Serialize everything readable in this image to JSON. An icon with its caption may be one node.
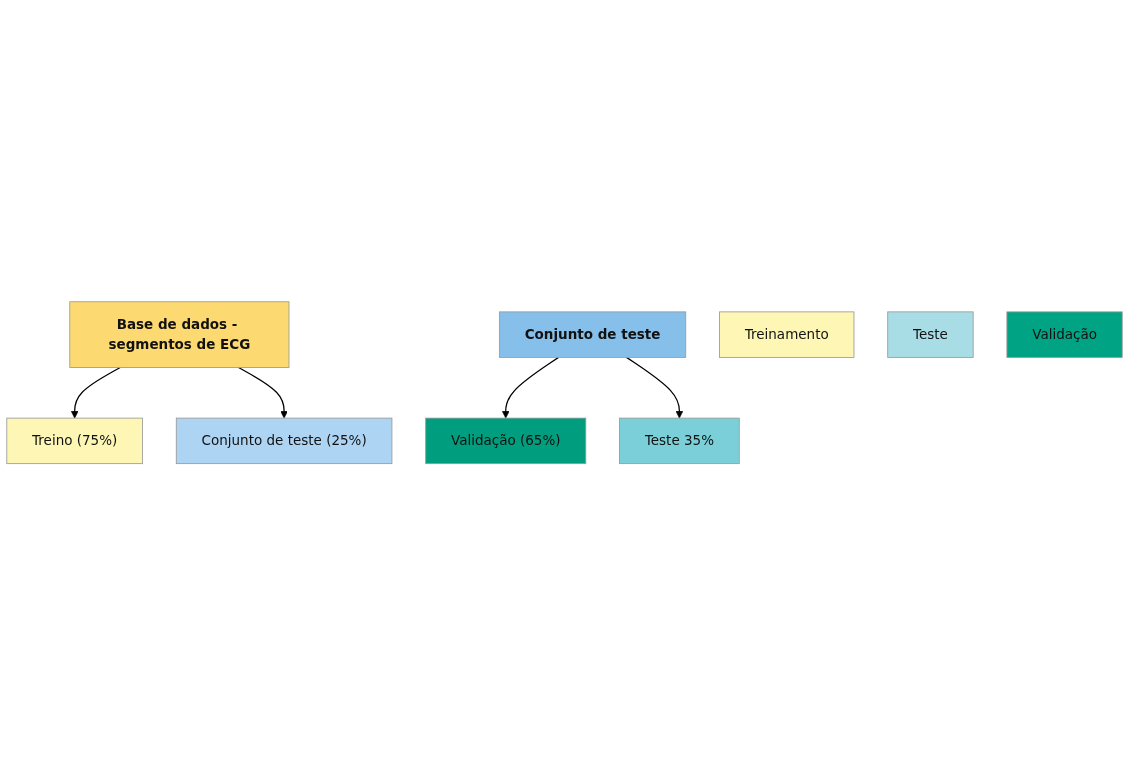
{
  "diagram": {
    "nodes": [
      {
        "text": [
          "Base de dados - segmentos de ECG"
        ]
      },
      {
        "text": [
          "Treino (75%)"
        ]
      },
      {
        "text": [
          "Conjunto de teste (25%)"
        ]
      },
      {
        "text": [
          "Conjunto de teste"
        ]
      },
      {
        "text": [
          "Teste 35%"
        ]
      },
      {
        "text": [
          "Validação (65%)"
        ]
      },
      {
        "text": [
          "Treinamento"
        ]
      },
      {
        "text": [
          "Teste"
        ]
      },
      {
        "text": [
          "Validação"
        ]
      }
    ],
    "edges": [
      {
        "from": 0,
        "to": 1,
        "arrow": "to"
      },
      {
        "from": 0,
        "to": 2,
        "arrow": "to"
      },
      {
        "from": 3,
        "to": 5,
        "arrow": "to"
      },
      {
        "from": 3,
        "to": 4,
        "arrow": "to"
      }
    ]
  }
}
